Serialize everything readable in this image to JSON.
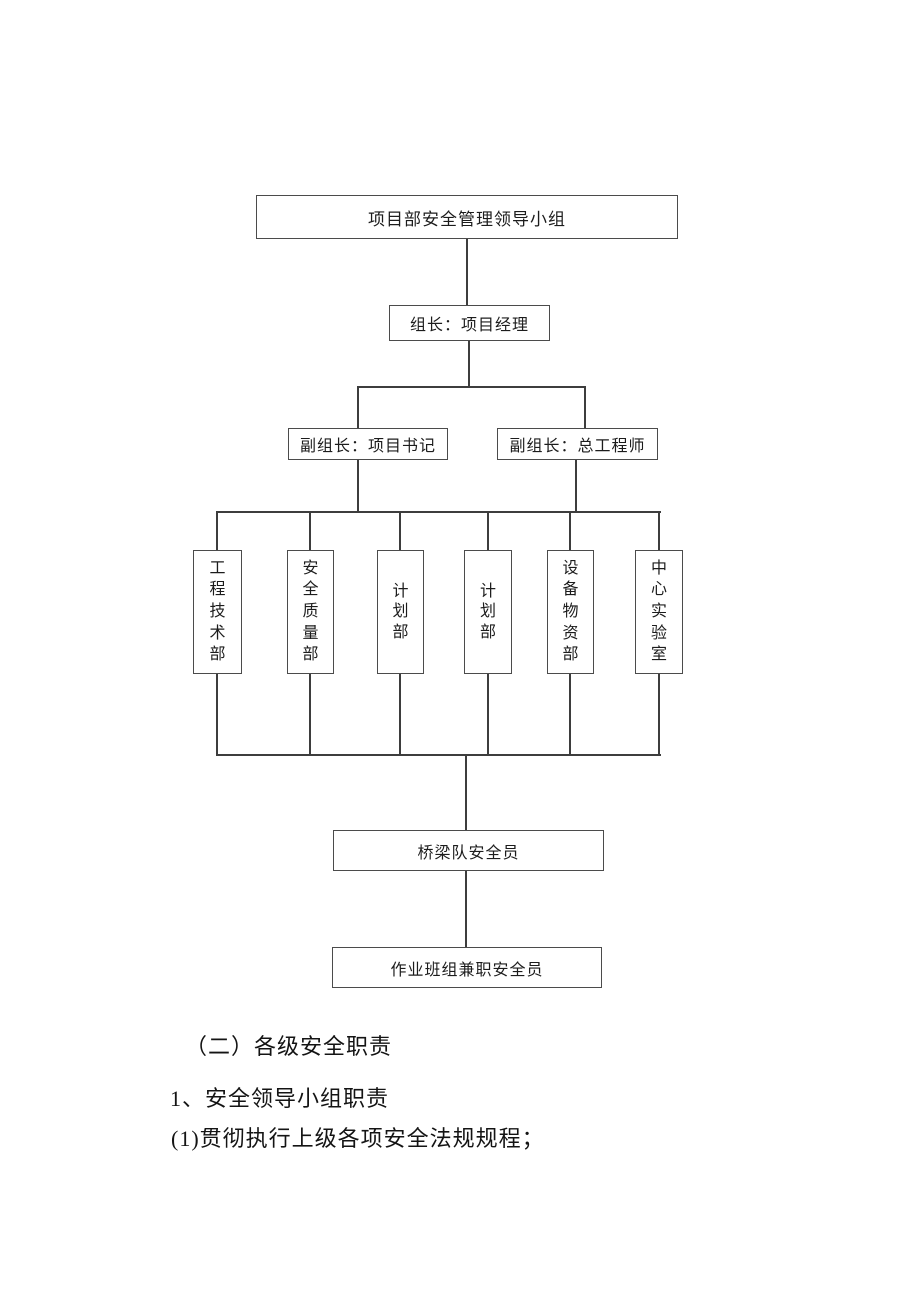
{
  "org_chart": {
    "root": "项目部安全管理领导小组",
    "leader": "组长：项目经理",
    "deputy_left": "副组长：项目书记",
    "deputy_right": "副组长：总工程师",
    "departments": [
      "工程技术部",
      "安全质量部",
      "计划部",
      "计划部",
      "设备物资部",
      "中心实验室"
    ],
    "bridge_team": "桥梁队安全员",
    "work_group": "作业班组兼职安全员"
  },
  "body_text": {
    "section_heading": "（二）各级安全职责",
    "sub_heading": "1、安全领导小组职责",
    "item_1": "(1)贯彻执行上级各项安全法规规程；"
  },
  "colors": {
    "background": "#ffffff",
    "box_border": "#4b4b4b",
    "connector_line": "#3d3d3d",
    "text": "#1c1c1c"
  }
}
